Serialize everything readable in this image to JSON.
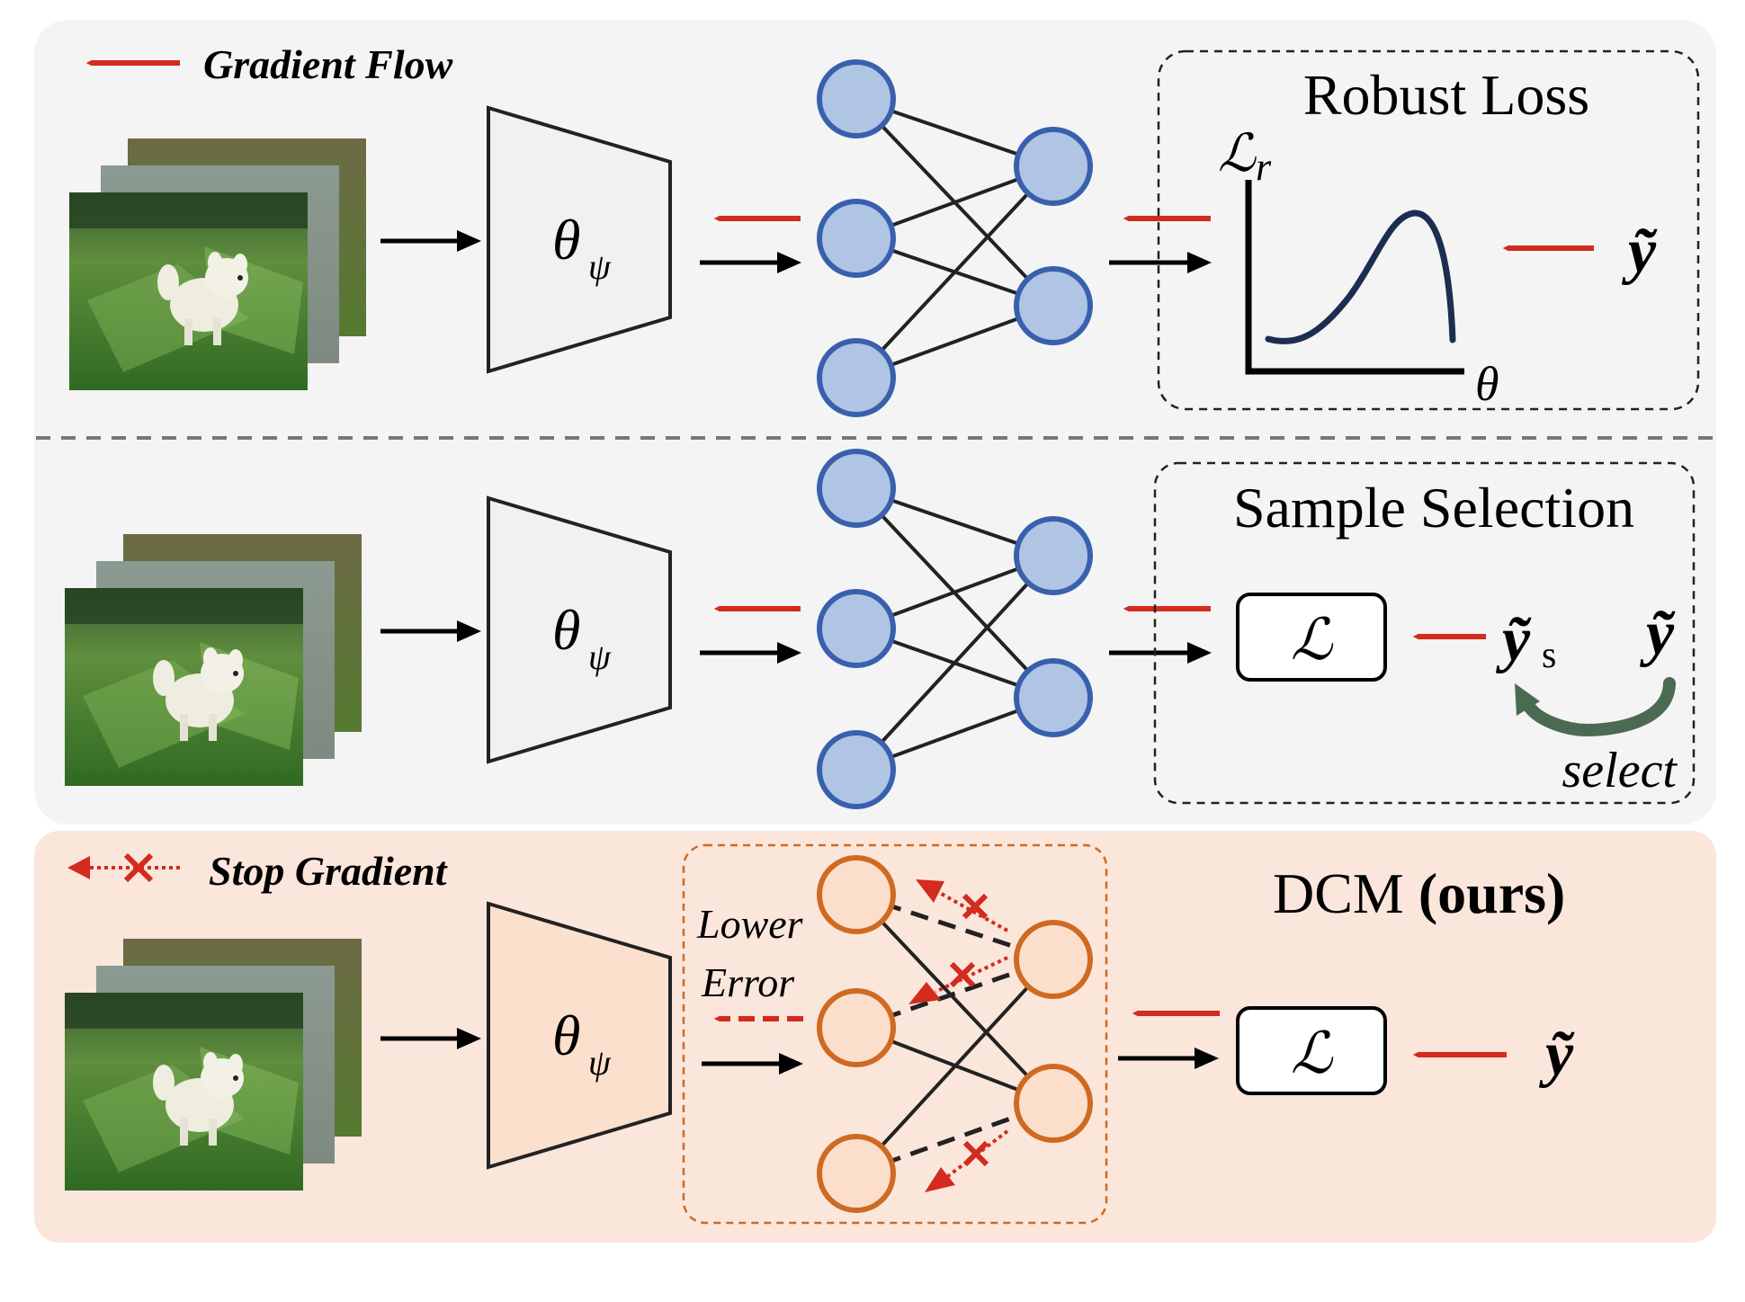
{
  "legend": {
    "gradient_flow": "Gradient Flow",
    "stop_gradient": "Stop Gradient"
  },
  "encoder": {
    "symbol": "θ",
    "subscript": "ψ"
  },
  "robust_loss": {
    "title": "Robust Loss",
    "ylabel_script": "ℒ",
    "ylabel_sub": "r",
    "xlabel": "θ",
    "label": "ỹ"
  },
  "sample_selection": {
    "title": "Sample Selection",
    "loss_symbol": "ℒ",
    "selected_label": "ỹ",
    "selected_sub": "s",
    "label": "ỹ",
    "select_text": "select"
  },
  "dcm": {
    "title_main": "DCM ",
    "title_bold": "(ours)",
    "lower_text": "Lower",
    "error_text": "Error",
    "loss_symbol": "ℒ",
    "label": "ỹ"
  },
  "colors": {
    "gradient_arrow": "#d32b1e",
    "forward_arrow": "#000000",
    "blue_node_fill": "#b0c4e4",
    "blue_node_stroke": "#3860ad",
    "orange_node_fill": "#fbdfcc",
    "orange_node_stroke": "#cf6a22",
    "panel_gray": "#f4f4f4",
    "panel_peach": "#fbe6db",
    "select_arrow": "#4b6a52"
  }
}
